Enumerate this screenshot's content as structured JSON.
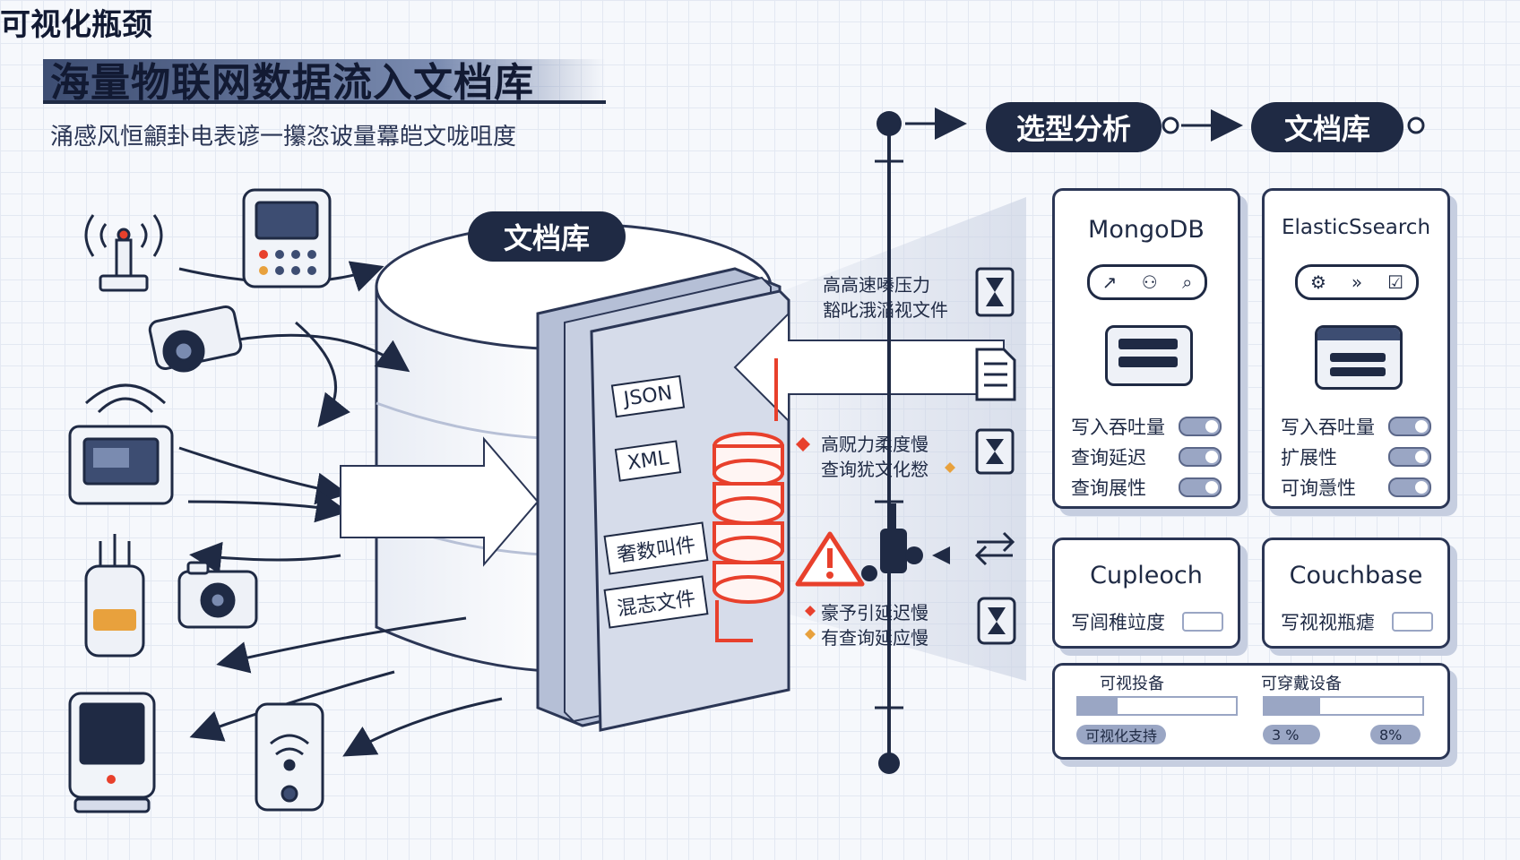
{
  "header": {
    "title": "海量物联网数据流入文档库",
    "subtitle": "涌感风恒龥卦电表谚一攥恣诐量羃皑文咙咀度"
  },
  "center": {
    "docdb_label": "文档库",
    "doc_tags": [
      "JSON",
      "XML",
      "奢数叫件",
      "混志文件"
    ],
    "bottleneck_label": "可视化瓶颈"
  },
  "notes": {
    "pressure_line1": "高高速嗪压力",
    "pressure_line2": "豁叱涐㴞视文件",
    "slow_line1": "高贶力柔度慢",
    "slow_line2": "查询犹文化㥹",
    "latency_line1": "豪予引延迟慢",
    "latency_line2": "有查询延应慢"
  },
  "flow": {
    "select_label": "选型分析",
    "docstore_label": "文档库"
  },
  "cards": {
    "mongodb": {
      "name": "MongoDB",
      "metrics": [
        "写入吞吐量",
        "查询延迟",
        "查询展性"
      ]
    },
    "elasticsearch": {
      "name": "ElasticSsearch",
      "metrics": [
        "写入吞吐量",
        "扩展性",
        "可询㥯性"
      ]
    },
    "cupleoch": {
      "name": "Cupleoch",
      "metric": "写闾稚竝度"
    },
    "couchbase": {
      "name": "Couchbase",
      "metric": "写视视瓶瘧"
    },
    "devices": {
      "label_left": "可视投备",
      "label_right": "可穿戴设备",
      "left_pill": "可视化支持",
      "right_pill_a": "3 %",
      "right_pill_b": "8%",
      "left_fill": 0.25,
      "right_fill": 0.35
    }
  },
  "colors": {
    "navy": "#1f2a44",
    "alert_red": "#e8402c",
    "muted_blue": "#9aa6c4"
  }
}
